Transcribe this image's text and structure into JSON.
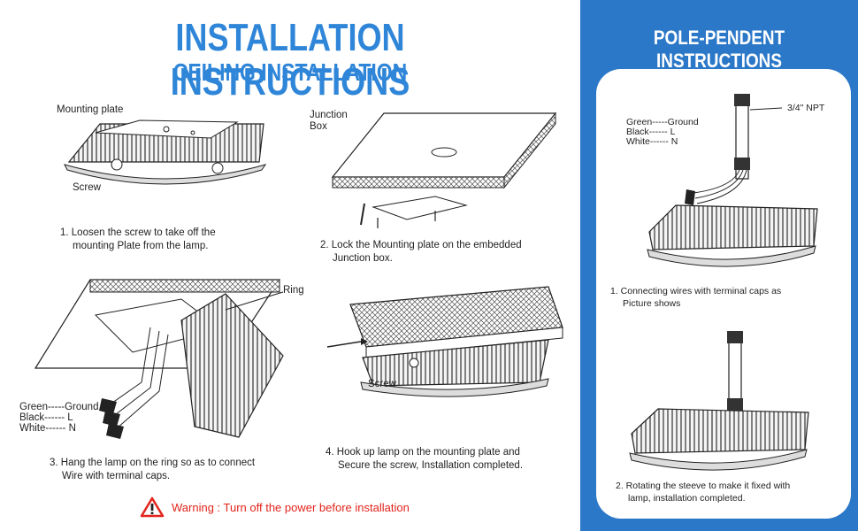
{
  "header": {
    "title": "INSTALLATION INSTRUCTIONS",
    "subtitle": "CEILING INSTALLATION"
  },
  "ceiling": {
    "labels": {
      "mounting_plate": "Mounting plate",
      "screw": "Screw",
      "junction": "Junction",
      "box": "Box",
      "ring": "Ring",
      "screw2": "Screw"
    },
    "wires": {
      "green": "Green-----Ground",
      "black": "Black------ L",
      "white": "White------ N"
    },
    "steps": {
      "s1_line1": "1. Loosen the screw to take off the",
      "s1_line2": "mounting Plate from  the lamp.",
      "s2_line1": "2. Lock the Mounting plate on the embedded",
      "s2_line2": "Junction box.",
      "s3_line1": "3. Hang the lamp on the ring so as to connect",
      "s3_line2": "Wire with terminal caps.",
      "s4_line1": "4. Hook  up lamp on the mounting plate and",
      "s4_line2": "Secure the screw, Installation completed."
    },
    "warning": "Warning : Turn off the power before installation"
  },
  "pendent": {
    "title": "POLE-PENDENT INSTRUCTIONS",
    "npt": "3/4\" NPT",
    "wires": {
      "green": "Green-----Ground",
      "black": "Black------ L",
      "white": "White------ N"
    },
    "steps": {
      "p1_line1": "1. Connecting wires with terminal caps as",
      "p1_line2": "Picture shows",
      "p2_line1": "2. Rotating the steeve to make it fixed with",
      "p2_line2": "lamp, installation completed."
    }
  },
  "colors": {
    "title_blue": "#2f86d8",
    "panel_blue": "#2c78c8",
    "warning_red": "#e2241b"
  }
}
